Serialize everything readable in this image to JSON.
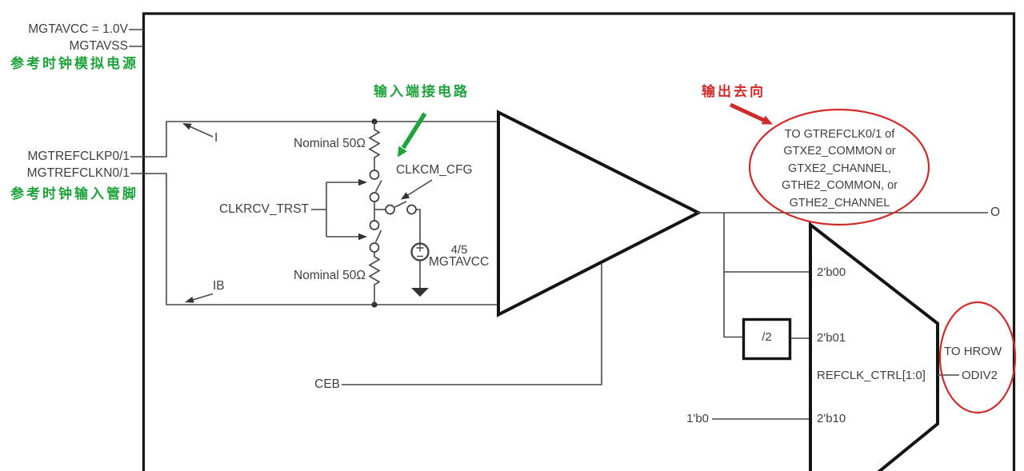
{
  "colors": {
    "annotation_green": "#1fa33c",
    "annotation_red": "#d02a2a",
    "circle_red": "#cf2b2b",
    "wire": "#474747",
    "component": "#141414"
  },
  "power_pins": {
    "mgtavcc": "MGTAVCC = 1.0V",
    "mgtavss": "MGTAVSS",
    "annotation_cn": "参考时钟模拟电源"
  },
  "clock_pins": {
    "refclk_p": "MGTREFCLKP0/1",
    "refclk_n": "MGTREFCLKN0/1",
    "annotation_cn": "参考时钟输入管脚"
  },
  "termination": {
    "annotation_cn": "输入端接电路",
    "resistor_top": "Nominal 50Ω",
    "resistor_bottom": "Nominal 50Ω",
    "clkcm_cfg": "CLKCM_CFG",
    "clkrcv_trst": "CLKRCV_TRST",
    "vsource_value": "4/5",
    "vsource_name": "MGTAVCC"
  },
  "buffer": {
    "input_p": "I",
    "input_n": "IB",
    "enable": "CEB",
    "output": "O"
  },
  "output_annotation": {
    "label_cn": "输出去向",
    "destination": [
      "TO GTREFCLK0/1 of",
      "GTXE2_COMMON or",
      "GTXE2_CHANNEL,",
      "GTHE2_COMMON, or",
      "GTHE2_CHANNEL"
    ]
  },
  "mux": {
    "input_00": "2'b00",
    "input_01": "2'b01",
    "input_10": "2'b10",
    "select": "REFCLK_CTRL[1:0]",
    "divider": "/2",
    "tie_low": "1'b0",
    "hrow_line1": "TO HROW",
    "hrow_line2": "ODIV2"
  }
}
